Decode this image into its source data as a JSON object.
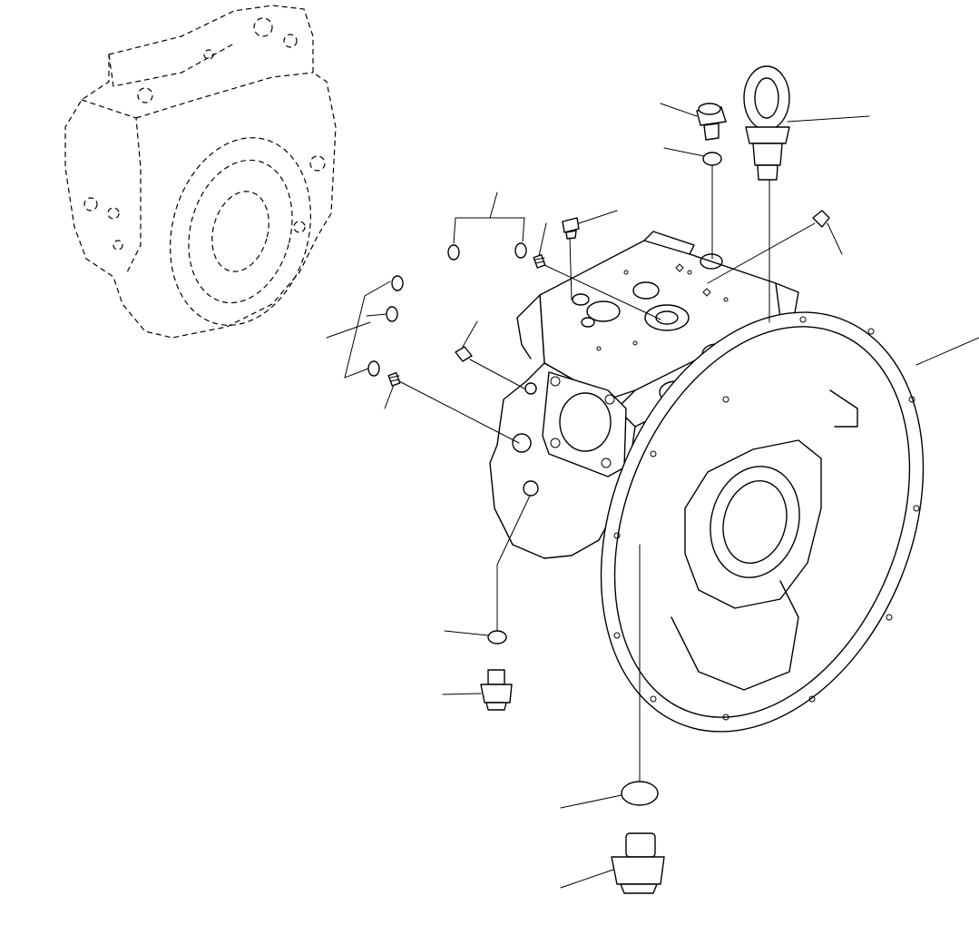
{
  "diagram": {
    "labels": [],
    "colors": {
      "line": "#000000",
      "background": "#ffffff"
    },
    "parts": [
      "pump-assembly-reference-outline",
      "pump-housing",
      "mounting-flange",
      "eye-bolt",
      "flange-bolt",
      "o-ring-top",
      "plug-top",
      "plug-right",
      "plug-left",
      "set-screw-top",
      "set-screw-left",
      "o-ring-pair-top",
      "o-ring-trio-left",
      "o-ring-lower",
      "drain-plug-small",
      "o-ring-bottom",
      "drain-plug-large"
    ]
  }
}
